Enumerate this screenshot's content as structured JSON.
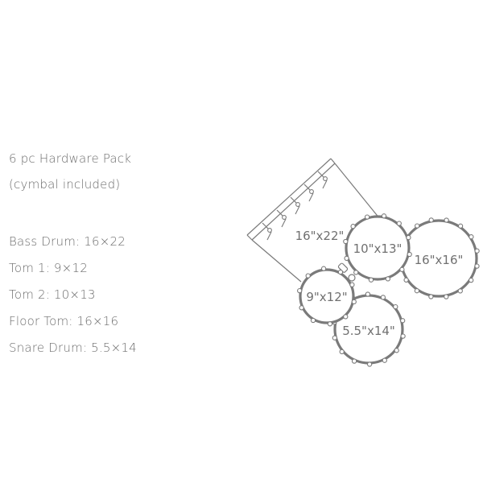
{
  "hardware": {
    "line1": "6 pc Hardware Pack",
    "line2": "(cymbal included)"
  },
  "specs": [
    "Bass Drum: 16×22",
    "Tom 1: 9×12",
    "Tom 2: 10×13",
    "Floor Tom: 16×16",
    "Snare Drum: 5.5×14"
  ],
  "drums": {
    "bass": "16\"x22\"",
    "tom1": "9\"x12\"",
    "tom2": "10\"x13\"",
    "floor": "16\"x16\"",
    "snare": "5.5\"x14\""
  }
}
